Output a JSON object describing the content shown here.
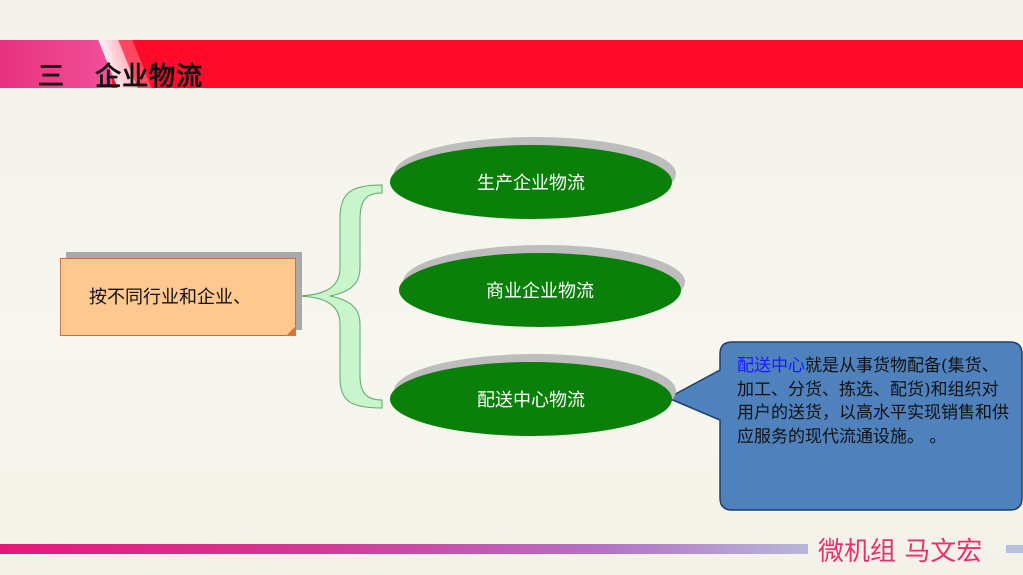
{
  "slide": {
    "title": "三   企业物流",
    "left_box": "按不同行业和企业、",
    "categories": [
      "生产企业物流",
      "商业企业物流",
      "配送中心物流"
    ],
    "callout": {
      "highlight": "配送中心",
      "text": "就是从事货物配备(集货、加工、分货、拣选、配货)和组织对用户的送货，以高水平实现销售和供应服务的现代流通设施。 。"
    },
    "footer": "微机组 马文宏"
  },
  "colors": {
    "title_bar": "#ff0a2a",
    "ellipse": "#0a7f0a",
    "left_box": "#ffc890",
    "brace": "#c8f5cc",
    "callout": "#4f81bd",
    "footer_text": "#e8306f"
  }
}
